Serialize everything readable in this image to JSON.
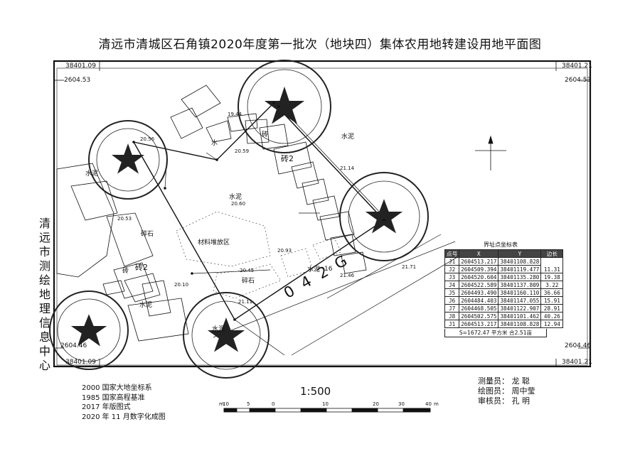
{
  "title": "清远市清城区石角镇2020年度第一批次（地块四）集体农用地转建设用地平面图",
  "frame": {
    "tl_x": "38401.09",
    "tl_y": "2604.53",
    "tr_x": "38401.21",
    "tr_y": "2604.53",
    "bl_x": "38401.09",
    "bl_y": "2604.46",
    "br_x": "38401.21",
    "br_y": "2604.46"
  },
  "side_text": "清远市测绘地理信息中心",
  "elevations": [
    "19.44",
    "20.59",
    "20.56",
    "20.60",
    "20.53",
    "20.93",
    "20.45",
    "20.10",
    "21.11",
    "21.14",
    "21.46",
    "21.71"
  ],
  "map_labels": {
    "shui": "水",
    "shuini": "水泥",
    "zhuan": "砖",
    "zhuan2": "砖2",
    "suishi": "碎石",
    "cailiao": "材料堆放区",
    "road_code": "042G",
    "j16": "16"
  },
  "points": [
    "J1",
    "J2",
    "J3",
    "J4",
    "J5",
    "J6",
    "J7",
    "J8",
    "J1"
  ],
  "coord_table": {
    "title": "界址点坐标表",
    "headers": [
      "点号",
      "X",
      "Y",
      "边长"
    ],
    "rows": [
      {
        "pt": "J1",
        "x": "2604513.217",
        "y": "38401108.828"
      },
      {
        "pt": "J2",
        "x": "2604509.394",
        "y": "38401119.477"
      },
      {
        "pt": "J3",
        "x": "2604520.604",
        "y": "38401135.280"
      },
      {
        "pt": "J4",
        "x": "2604522.589",
        "y": "38401137.809"
      },
      {
        "pt": "J5",
        "x": "2604493.490",
        "y": "38401160.110"
      },
      {
        "pt": "J6",
        "x": "2604484.403",
        "y": "38401147.055"
      },
      {
        "pt": "J7",
        "x": "2604468.505",
        "y": "38401122.907"
      },
      {
        "pt": "J8",
        "x": "2604502.575",
        "y": "38401101.462"
      },
      {
        "pt": "J1",
        "x": "2604513.217",
        "y": "38401108.828"
      }
    ],
    "distances": [
      "11.31",
      "19.38",
      "3.22",
      "36.66",
      "15.91",
      "28.91",
      "40.26",
      "12.94"
    ],
    "footer": "S=1672.47 平方米 合2.51亩"
  },
  "notes": [
    "2000 国家大地坐标系",
    "1985 国家高程基准",
    "2017 年版图式",
    "2020 年 11 月数字化成图"
  ],
  "scale": {
    "ratio": "1:500",
    "unit_left": "m",
    "ticks": [
      "10",
      "5",
      "0",
      "10",
      "20",
      "30",
      "40"
    ],
    "unit_right": "m"
  },
  "staff": [
    "测量员：  龙  聪",
    "绘图员：  周中莹",
    "审核员：  孔  明"
  ]
}
